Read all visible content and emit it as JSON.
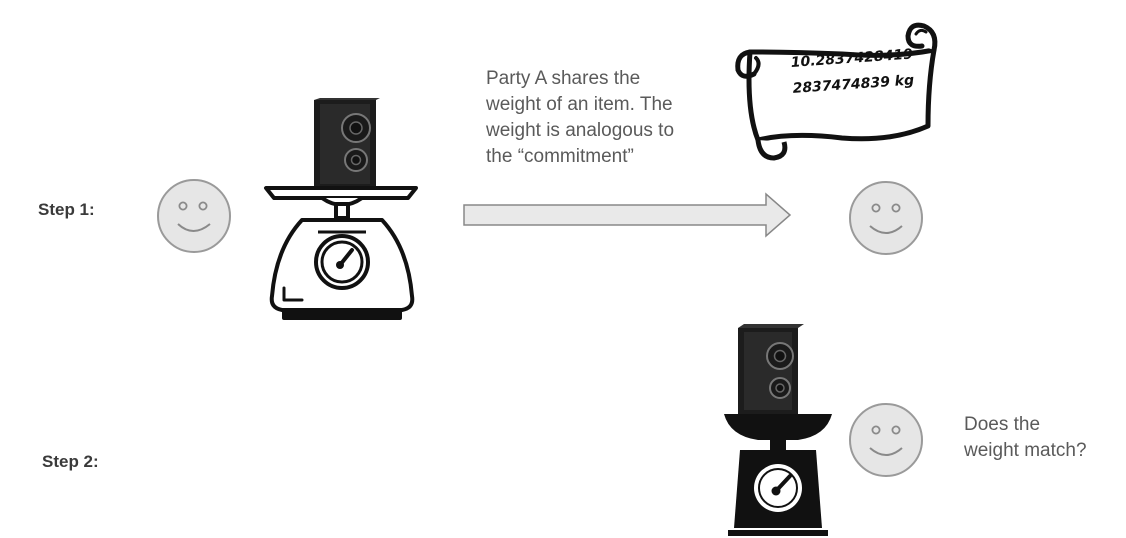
{
  "step1": {
    "label": "Step 1:",
    "caption_lines": [
      "Party A shares the",
      "weight of an item. The",
      "weight is analogous to",
      "the “commitment”"
    ],
    "scroll_lines": [
      "10.2837428419",
      "2837474839 kg"
    ]
  },
  "step2": {
    "label": "Step 2:",
    "question_lines": [
      "Does the",
      "weight match?"
    ]
  },
  "icons": [
    "smiley-face-icon",
    "kitchen-scale-icon",
    "speaker-icon",
    "arrow-right-icon",
    "paper-scroll-icon"
  ],
  "colors": {
    "face_fill": "#e6e6e6",
    "face_stroke": "#9a9a9a",
    "arrow_fill": "#e9e9e9",
    "arrow_stroke": "#888888",
    "ink": "#111111"
  }
}
